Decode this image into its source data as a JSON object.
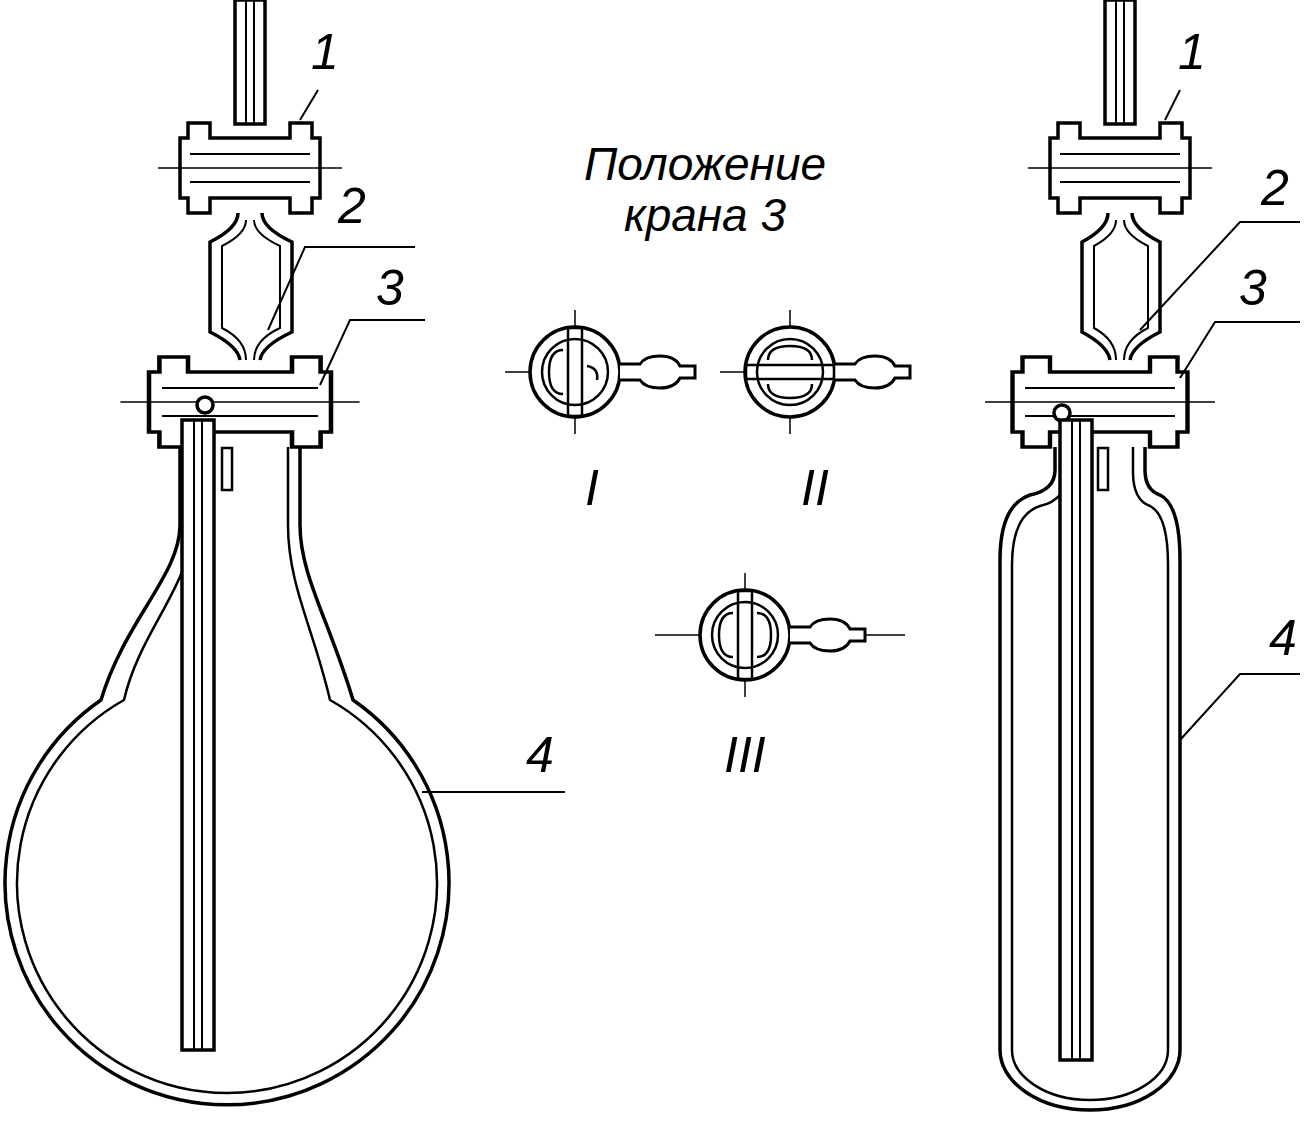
{
  "diagram": {
    "labels": [
      "1",
      "2",
      "3",
      "4",
      "Положение крана 3",
      "I",
      "II",
      "III",
      "1",
      "2",
      "3",
      "4"
    ]
  }
}
